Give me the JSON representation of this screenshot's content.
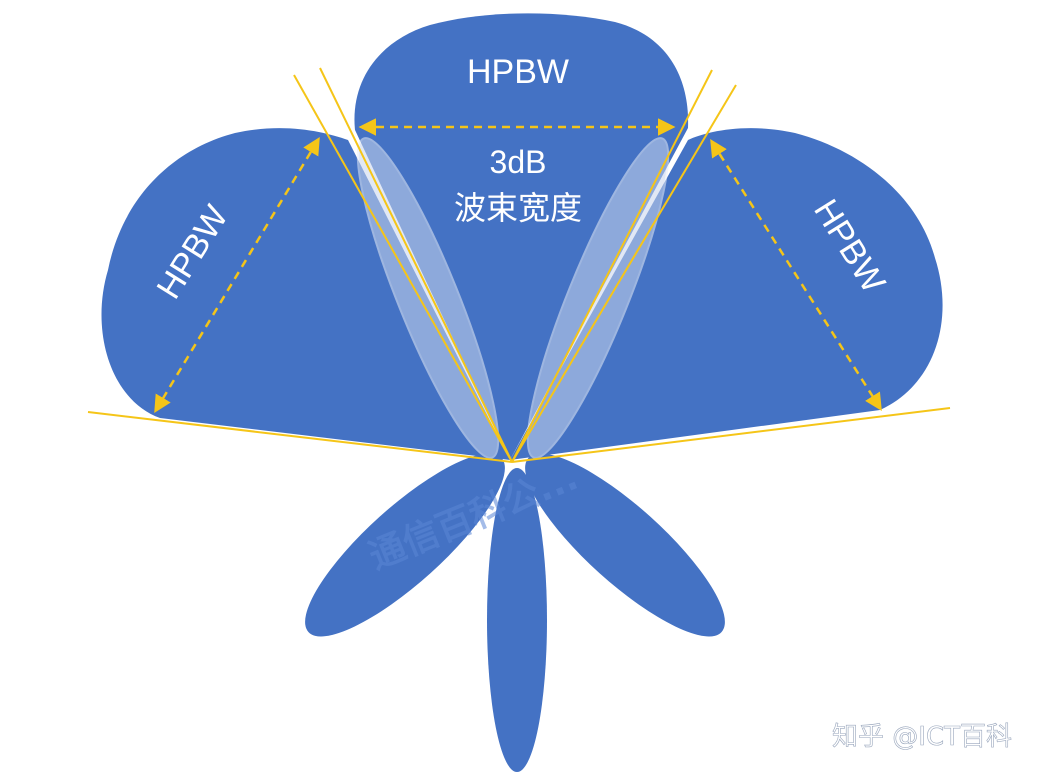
{
  "labels": {
    "top_hpbw": "HPBW",
    "left_hpbw": "HPBW",
    "right_hpbw": "HPBW",
    "db_value": "3dB",
    "beamwidth_cn": "波束宽度"
  },
  "watermark": "通信百科公...",
  "credit": "知乎 @ICT百科",
  "colors": {
    "lobe_fill": "#4472c4",
    "guide_line": "#f5c518",
    "arrow": "#f5c518",
    "translucent_lobe": "#c9d6ee",
    "text": "#ffffff"
  }
}
